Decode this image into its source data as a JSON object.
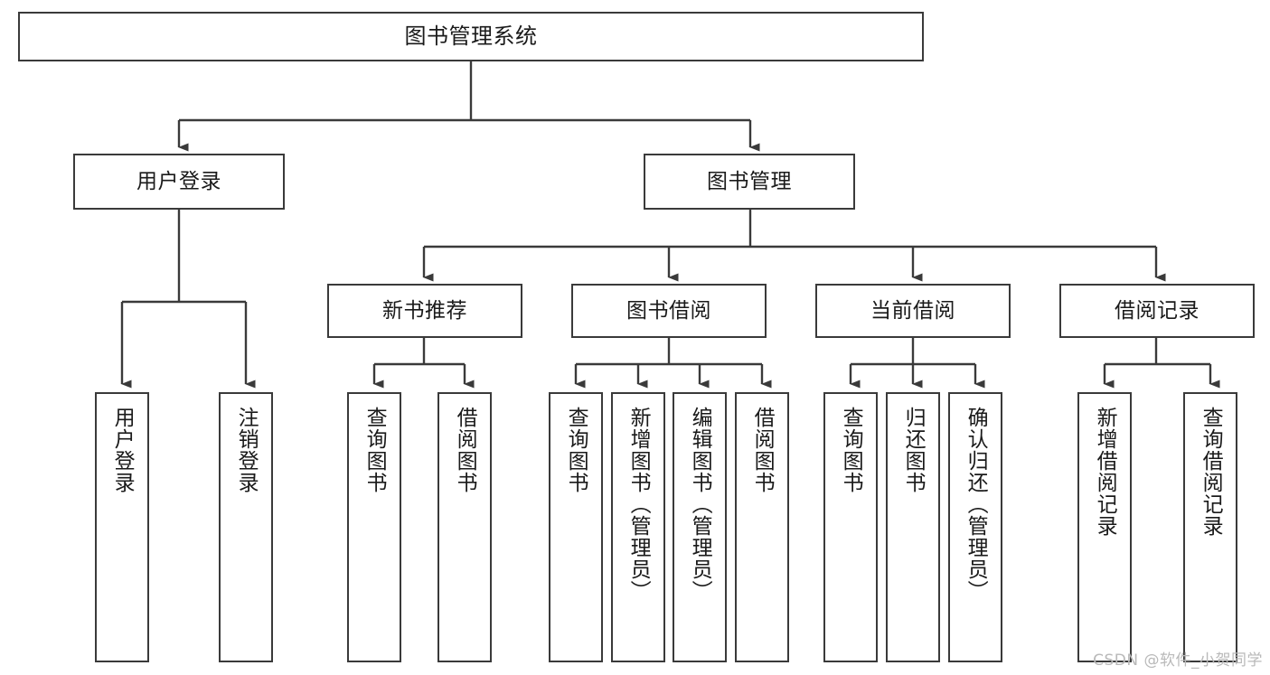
{
  "diagram": {
    "type": "tree-hierarchy",
    "title": "图书管理系统",
    "orientation": "top-down",
    "watermark": "CSDN @软件_小贺同学",
    "levels": [
      {
        "level": 1,
        "nodes": [
          {
            "id": "root",
            "label": "图书管理系统",
            "text_direction": "horizontal"
          }
        ]
      },
      {
        "level": 2,
        "nodes": [
          {
            "id": "user_login",
            "label": "用户登录",
            "text_direction": "horizontal"
          },
          {
            "id": "book_manage",
            "label": "图书管理",
            "text_direction": "horizontal"
          }
        ]
      },
      {
        "level": 3,
        "nodes": [
          {
            "id": "new_book_rec",
            "label": "新书推荐",
            "text_direction": "horizontal"
          },
          {
            "id": "book_borrow",
            "label": "图书借阅",
            "text_direction": "horizontal"
          },
          {
            "id": "current_borrow",
            "label": "当前借阅",
            "text_direction": "horizontal"
          },
          {
            "id": "borrow_record",
            "label": "借阅记录",
            "text_direction": "horizontal"
          }
        ]
      },
      {
        "level": 4,
        "nodes": [
          {
            "id": "leaf_user_login",
            "label": "用户登录",
            "text_direction": "vertical",
            "parent": "user_login"
          },
          {
            "id": "leaf_logout",
            "label": "注销登录",
            "text_direction": "vertical",
            "parent": "user_login"
          },
          {
            "id": "leaf_query_book_1",
            "label": "查询图书",
            "text_direction": "vertical",
            "parent": "new_book_rec"
          },
          {
            "id": "leaf_borrow_book_1",
            "label": "借阅图书",
            "text_direction": "vertical",
            "parent": "new_book_rec"
          },
          {
            "id": "leaf_query_book_2",
            "label": "查询图书",
            "text_direction": "vertical",
            "parent": "book_borrow"
          },
          {
            "id": "leaf_add_book",
            "label": "新增图书（管理员）",
            "text_direction": "vertical",
            "parent": "book_borrow"
          },
          {
            "id": "leaf_edit_book",
            "label": "编辑图书（管理员）",
            "text_direction": "vertical",
            "parent": "book_borrow"
          },
          {
            "id": "leaf_borrow_book_2",
            "label": "借阅图书",
            "text_direction": "vertical",
            "parent": "book_borrow"
          },
          {
            "id": "leaf_query_book_3",
            "label": "查询图书",
            "text_direction": "vertical",
            "parent": "current_borrow"
          },
          {
            "id": "leaf_return_book",
            "label": "归还图书",
            "text_direction": "vertical",
            "parent": "current_borrow"
          },
          {
            "id": "leaf_confirm_return",
            "label": "确认归还（管理员）",
            "text_direction": "vertical",
            "parent": "current_borrow"
          },
          {
            "id": "leaf_add_record",
            "label": "新增借阅记录",
            "text_direction": "vertical",
            "parent": "borrow_record"
          },
          {
            "id": "leaf_query_record",
            "label": "查询借阅记录",
            "text_direction": "vertical",
            "parent": "borrow_record"
          }
        ]
      }
    ],
    "edges": [
      {
        "from": "root",
        "to": "user_login"
      },
      {
        "from": "root",
        "to": "book_manage"
      },
      {
        "from": "book_manage",
        "to": "new_book_rec"
      },
      {
        "from": "book_manage",
        "to": "book_borrow"
      },
      {
        "from": "book_manage",
        "to": "current_borrow"
      },
      {
        "from": "book_manage",
        "to": "borrow_record"
      },
      {
        "from": "user_login",
        "to": "leaf_user_login"
      },
      {
        "from": "user_login",
        "to": "leaf_logout"
      },
      {
        "from": "new_book_rec",
        "to": "leaf_query_book_1"
      },
      {
        "from": "new_book_rec",
        "to": "leaf_borrow_book_1"
      },
      {
        "from": "book_borrow",
        "to": "leaf_query_book_2"
      },
      {
        "from": "book_borrow",
        "to": "leaf_add_book"
      },
      {
        "from": "book_borrow",
        "to": "leaf_edit_book"
      },
      {
        "from": "book_borrow",
        "to": "leaf_borrow_book_2"
      },
      {
        "from": "current_borrow",
        "to": "leaf_query_book_3"
      },
      {
        "from": "current_borrow",
        "to": "leaf_return_book"
      },
      {
        "from": "current_borrow",
        "to": "leaf_confirm_return"
      },
      {
        "from": "borrow_record",
        "to": "leaf_add_record"
      },
      {
        "from": "borrow_record",
        "to": "leaf_query_record"
      }
    ],
    "colors": {
      "background": "#ffffff",
      "node_fill": "#ffffff",
      "node_border": "#3a3a3a",
      "edge": "#3a3a3a",
      "text": "#1a1a1a",
      "watermark": "#b9b9b9"
    }
  }
}
